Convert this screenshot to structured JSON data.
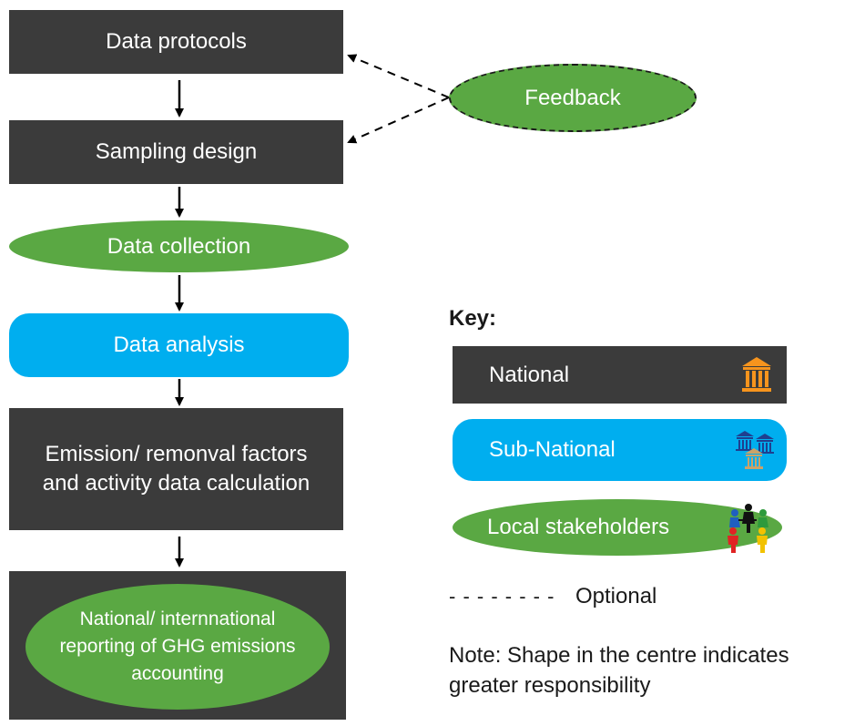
{
  "flow": {
    "data_protocols": "Data protocols",
    "sampling_design": "Sampling design",
    "data_collection": "Data collection",
    "data_analysis": "Data analysis",
    "emission_factors": "Emission/ remonval factors and activity data calculation",
    "reporting": "National/ internnational reporting of GHG emissions accounting"
  },
  "feedback": {
    "label": "Feedback"
  },
  "key": {
    "title": "Key:",
    "national": "National",
    "sub_national": "Sub-National",
    "local": "Local stakeholders",
    "optional_line": "- - - - - - - -",
    "optional": "Optional"
  },
  "note": "Note: Shape in the centre indicates greater responsibility",
  "colors": {
    "dark": "#3b3b3b",
    "blue": "#00aeef",
    "green": "#5aa843",
    "orange": "#f7941d"
  },
  "icons": {
    "national": "building-icon",
    "sub_national": "buildings-icon",
    "local": "people-circle-icon"
  }
}
